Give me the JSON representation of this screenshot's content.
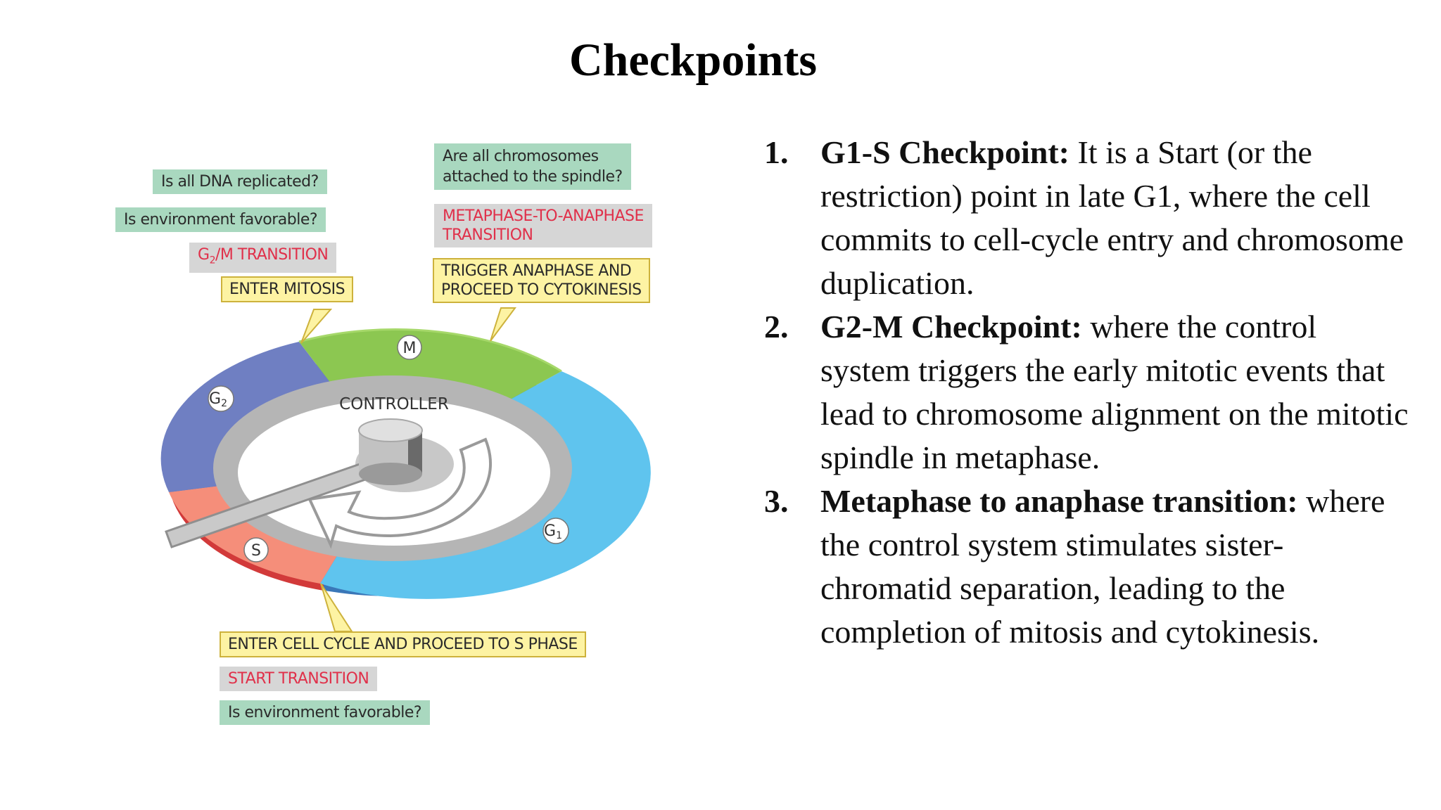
{
  "title": "Checkpoints",
  "diagram": {
    "labels": {
      "dna_question": "Is all DNA replicated?",
      "env_question_top": "Is environment favorable?",
      "g2m_transition_prefix": "G",
      "g2m_transition_sub": "2",
      "g2m_transition_suffix": "/M TRANSITION",
      "enter_mitosis": "ENTER MITOSIS",
      "chromosomes_q_line1": "Are all chromosomes",
      "chromosomes_q_line2": "attached to the spindle?",
      "meta_anaphase_line1": "METAPHASE-TO-ANAPHASE",
      "meta_anaphase_line2": "TRANSITION",
      "trigger_line1": "TRIGGER ANAPHASE AND",
      "trigger_line2": "PROCEED TO CYTOKINESIS",
      "enter_cell_cycle": "ENTER CELL CYCLE AND PROCEED TO S PHASE",
      "start_transition": "START TRANSITION",
      "env_question_bottom": "Is environment favorable?",
      "controller": "CONTROLLER"
    },
    "phases": {
      "m": "M",
      "g2_letter": "G",
      "g2_sub": "2",
      "g1_letter": "G",
      "g1_sub": "1",
      "s": "S"
    },
    "colors": {
      "m_phase": "#8cc751",
      "g1_phase": "#5fc4ee",
      "s_phase": "#f58e7a",
      "g2_phase": "#6f7fc2",
      "question_bg": "#a9d8bf",
      "transition_bg": "#d6d6d6",
      "transition_text": "#e0304a",
      "action_bg": "#fdf3a3"
    }
  },
  "points": [
    {
      "number": "1.",
      "heading": "G1-S Checkpoint:",
      "text": " It is a Start (or the restriction) point in late G1, where the cell commits to cell-cycle entry and chromosome duplication."
    },
    {
      "number": "2.",
      "heading": "G2-M Checkpoint:",
      "text": "  where the control system triggers the early mitotic events that lead to chromosome alignment on the mitotic spindle in metaphase."
    },
    {
      "number": "3.",
      "heading": "Metaphase to anaphase transition:",
      "text": " where the control system stimulates sister-chromatid separation, leading to the completion of mitosis and cytokinesis."
    }
  ]
}
